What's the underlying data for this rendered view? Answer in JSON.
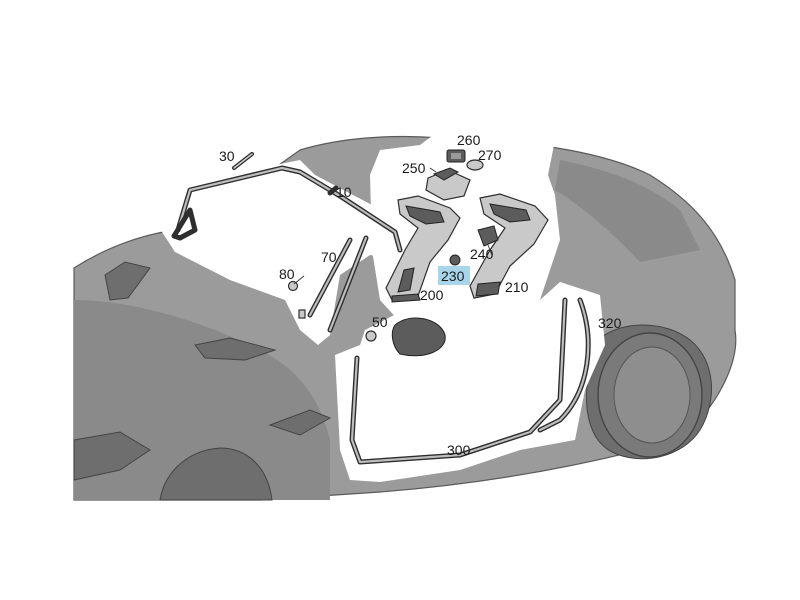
{
  "diagram": {
    "highlight_color": "#a9d5ea",
    "callouts": {
      "c10": "10",
      "c30": "30",
      "c50": "50",
      "c70": "70",
      "c80": "80",
      "c200": "200",
      "c210": "210",
      "c230": "230",
      "c240": "240",
      "c250": "250",
      "c260": "260",
      "c270": "270",
      "c300": "300",
      "c320": "320"
    },
    "highlighted_part": "230"
  }
}
